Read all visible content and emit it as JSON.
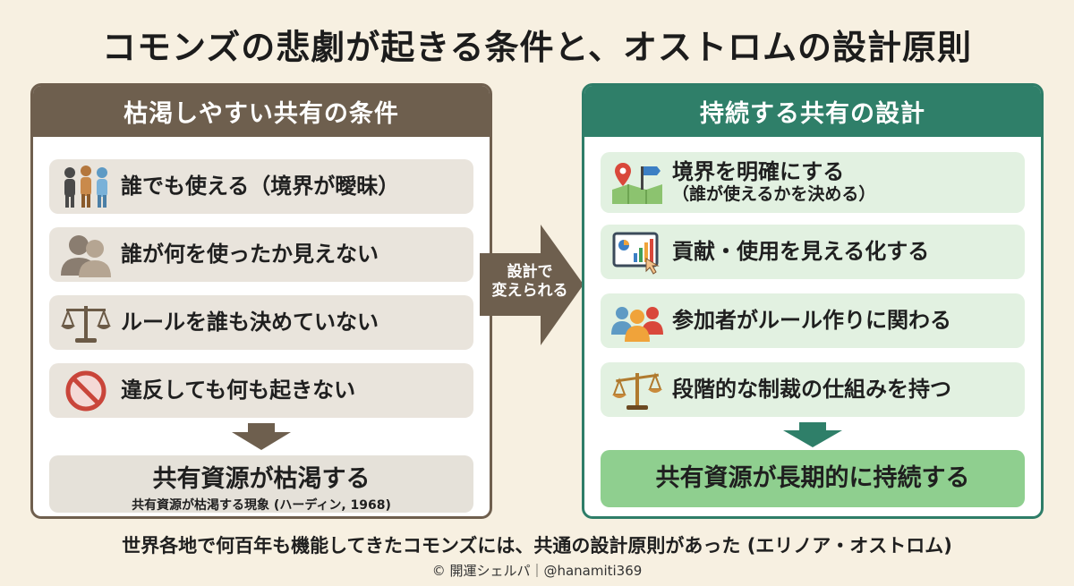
{
  "title": "コモンズの悲劇が起きる条件と、オストロムの設計原則",
  "left_panel": {
    "heading": "枯渇しやすい共有の条件",
    "items": [
      {
        "icon": "people-icon",
        "text": "誰でも使える（境界が曖昧）"
      },
      {
        "icon": "hidden-users-icon",
        "text": "誰が何を使ったか見えない"
      },
      {
        "icon": "scales-icon",
        "text": "ルールを誰も決めていない"
      },
      {
        "icon": "prohibited-icon",
        "text": "違反しても何も起きない"
      }
    ],
    "result": "共有資源が枯渇する",
    "result_note": "共有資源が枯渇する現象 (ハーディン, 1968)"
  },
  "middle_arrow": {
    "line1": "設計で",
    "line2": "変えられる"
  },
  "right_panel": {
    "heading": "持続する共有の設計",
    "items": [
      {
        "icon": "map-boundary-icon",
        "text": "境界を明確にする",
        "sub": "（誰が使えるかを決める）"
      },
      {
        "icon": "dashboard-icon",
        "text": "貢献・使用を見える化する"
      },
      {
        "icon": "group-icon",
        "text": "参加者がルール作りに関わる"
      },
      {
        "icon": "scales-icon",
        "text": "段階的な制裁の仕組みを持つ"
      }
    ],
    "result": "共有資源が長期的に持続する"
  },
  "bottom_note": "世界各地で何百年も機能してきたコモンズには、共通の設計原則があった (エリノア・オストロム)",
  "credit": "© 開運シェルパ｜@hanamiti369",
  "colors": {
    "background": "#f7f0e1",
    "left_accent": "#6e5f4e",
    "right_accent": "#2f7f69",
    "right_result": "#8fcf8f"
  }
}
